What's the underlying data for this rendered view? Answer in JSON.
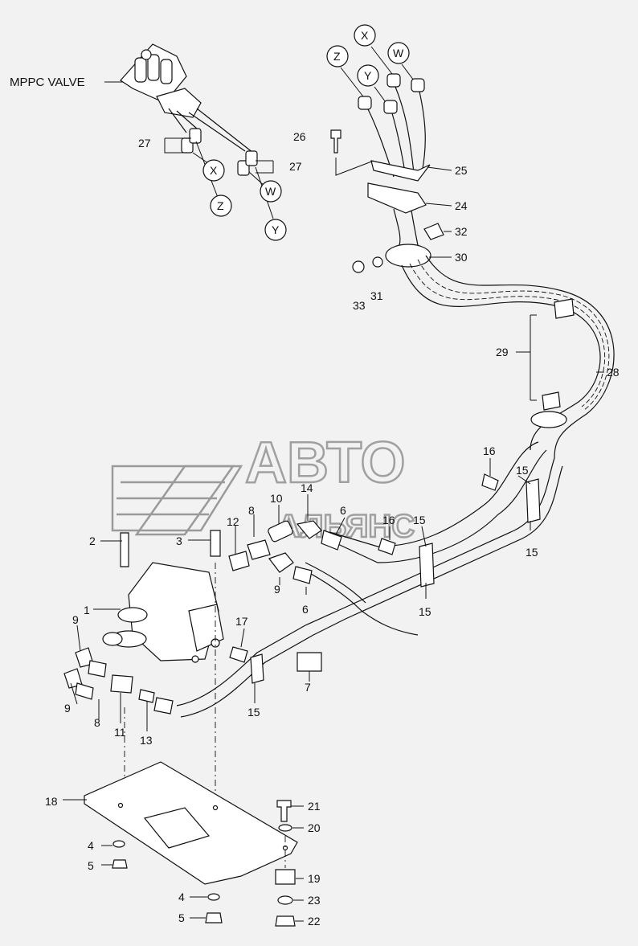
{
  "title_label": "MPPC VALVE",
  "watermark": {
    "line1": "АВТО",
    "line2": "АЛЬЯНС"
  },
  "circle_labels": {
    "top": [
      "Z",
      "X",
      "Y",
      "W"
    ],
    "left": [
      "X",
      "Z",
      "W",
      "Y"
    ]
  },
  "callouts": {
    "c1": "1",
    "c2": "2",
    "c3": "3",
    "c4a": "4",
    "c4b": "4",
    "c5a": "5",
    "c5b": "5",
    "c6a": "6",
    "c6b": "6",
    "c7": "7",
    "c8a": "8",
    "c8b": "8",
    "c9a": "9",
    "c9b": "9",
    "c9c": "9",
    "c10": "10",
    "c11": "11",
    "c12": "12",
    "c13": "13",
    "c14": "14",
    "c15a": "15",
    "c15b": "15",
    "c15c": "15",
    "c15d": "15",
    "c15e": "15",
    "c16a": "16",
    "c16b": "16",
    "c17": "17",
    "c18": "18",
    "c19": "19",
    "c20": "20",
    "c21": "21",
    "c22": "22",
    "c23": "23",
    "c24": "24",
    "c25": "25",
    "c26": "26",
    "c27a": "27",
    "c27b": "27",
    "c28": "28",
    "c29": "29",
    "c30": "30",
    "c31": "31",
    "c32": "32",
    "c33": "33"
  }
}
